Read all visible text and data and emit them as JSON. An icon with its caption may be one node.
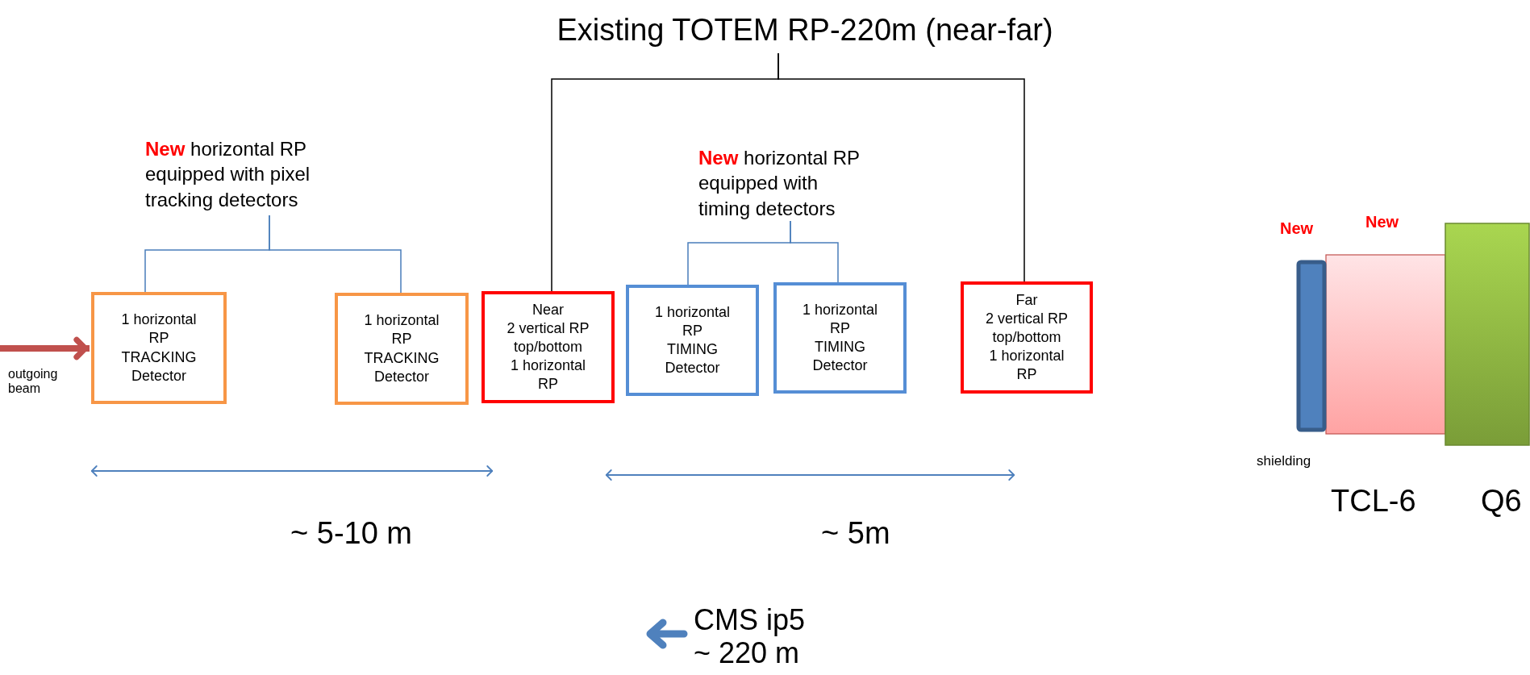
{
  "diagram": {
    "nodes": [
      {
        "text": [
          "Existing TOTEM RP-220m (near-far)"
        ]
      },
      {
        "text": [
          "**New** horizontal RP equipped with pixel tracking detectors"
        ]
      },
      {
        "text": [
          "1 horizontal RP",
          "TRACKING Detector"
        ]
      },
      {
        "text": [
          "1 horizontal RP",
          "TRACKING Detector"
        ]
      },
      {
        "text": [
          "Near",
          "2 vertical RP top/bottom",
          "1 horizontal RP"
        ]
      },
      {
        "text": [
          "**New** horizontal RP equipped with timing detectors"
        ]
      },
      {
        "text": [
          "1 horizontal RP",
          "TIMING Detector"
        ]
      },
      {
        "text": [
          "1 horizontal RP",
          "TIMING Detector"
        ]
      },
      {
        "text": [
          "Far",
          "2 vertical RP top/bottom",
          "1 horizontal RP"
        ]
      }
    ],
    "edges": [
      {
        "from": 0,
        "to": 4,
        "arrow": "none",
        "color": "#000000"
      },
      {
        "from": 0,
        "to": 8,
        "arrow": "none",
        "color": "#000000"
      },
      {
        "from": 1,
        "to": 2,
        "arrow": "none"
      },
      {
        "from": 1,
        "to": 3,
        "arrow": "none"
      },
      {
        "from": 5,
        "to": 6,
        "arrow": "none"
      },
      {
        "from": 5,
        "to": 7,
        "arrow": "none"
      },
      {
        "from": null,
        "to": 2,
        "arrow": "to",
        "style": "thick",
        "color": "#c0504d"
      }
    ],
    "labels": [
      "New",
      "New",
      "outgoing beam",
      "shielding",
      "~ 5-10 m",
      "~ 5m",
      "TCL-6",
      "Q6",
      "CMS ip5 ~ 220 m"
    ]
  }
}
